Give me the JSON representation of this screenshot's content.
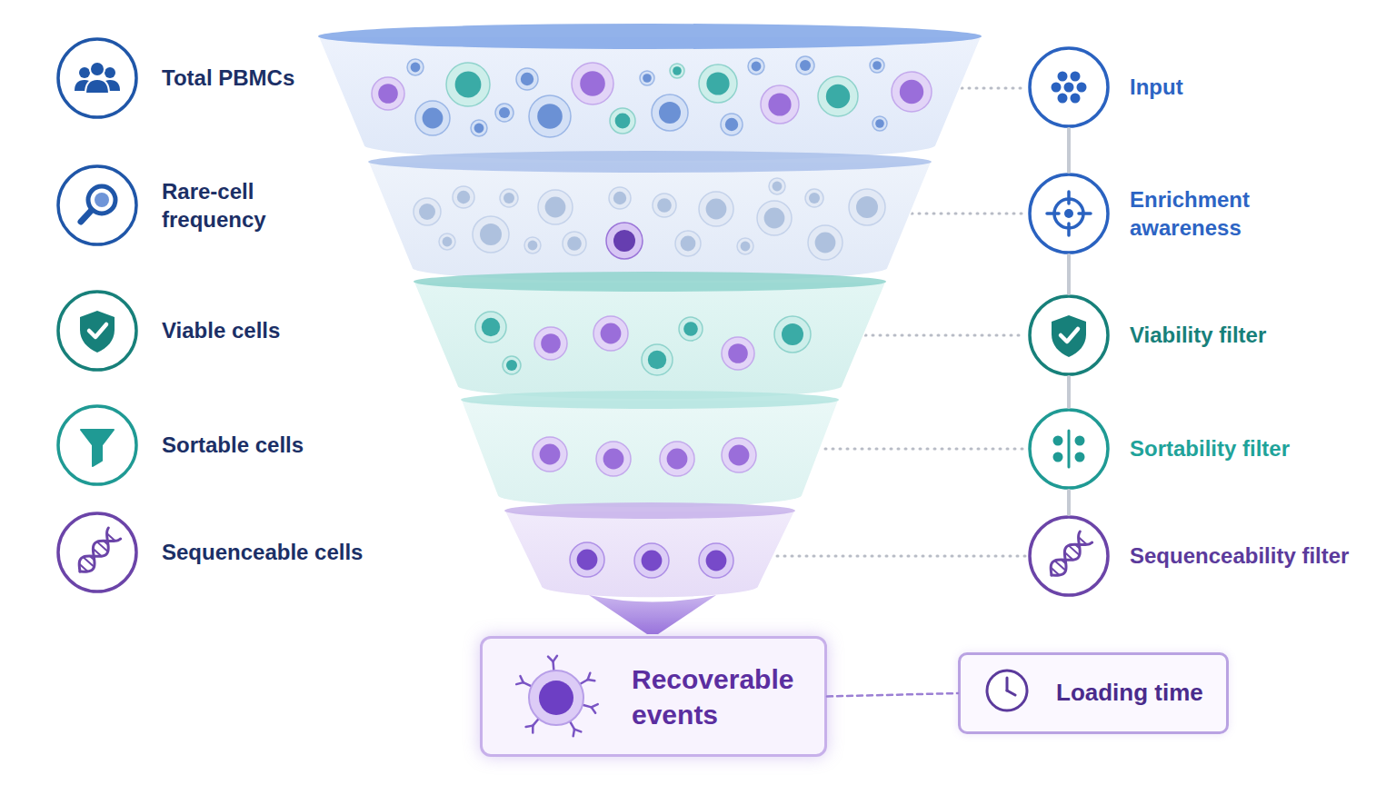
{
  "diagram": {
    "nodes": [
      {
        "text": [
          "Total PBMCs"
        ]
      },
      {
        "text": [
          "Rare-cell frequency"
        ]
      },
      {
        "text": [
          "Viable cells"
        ]
      },
      {
        "text": [
          "Sortable cells"
        ]
      },
      {
        "text": [
          "Sequenceable cells"
        ]
      },
      {
        "text": [
          "Input"
        ]
      },
      {
        "text": [
          "Enrichment awareness"
        ]
      },
      {
        "text": [
          "Viability filter"
        ]
      },
      {
        "text": [
          "Sortability filter"
        ]
      },
      {
        "text": [
          "Sequenceability filter"
        ]
      },
      {
        "text": [
          "Recoverable events"
        ]
      },
      {
        "text": [
          "Loading time"
        ]
      }
    ],
    "edges": [
      {
        "from": 5,
        "to": 6,
        "arrow": "none"
      },
      {
        "from": 6,
        "to": 7,
        "arrow": "none"
      },
      {
        "from": 7,
        "to": 8,
        "arrow": "none"
      },
      {
        "from": 8,
        "to": 9,
        "arrow": "none"
      },
      {
        "from": 10,
        "to": 11,
        "arrow": "none"
      }
    ]
  }
}
